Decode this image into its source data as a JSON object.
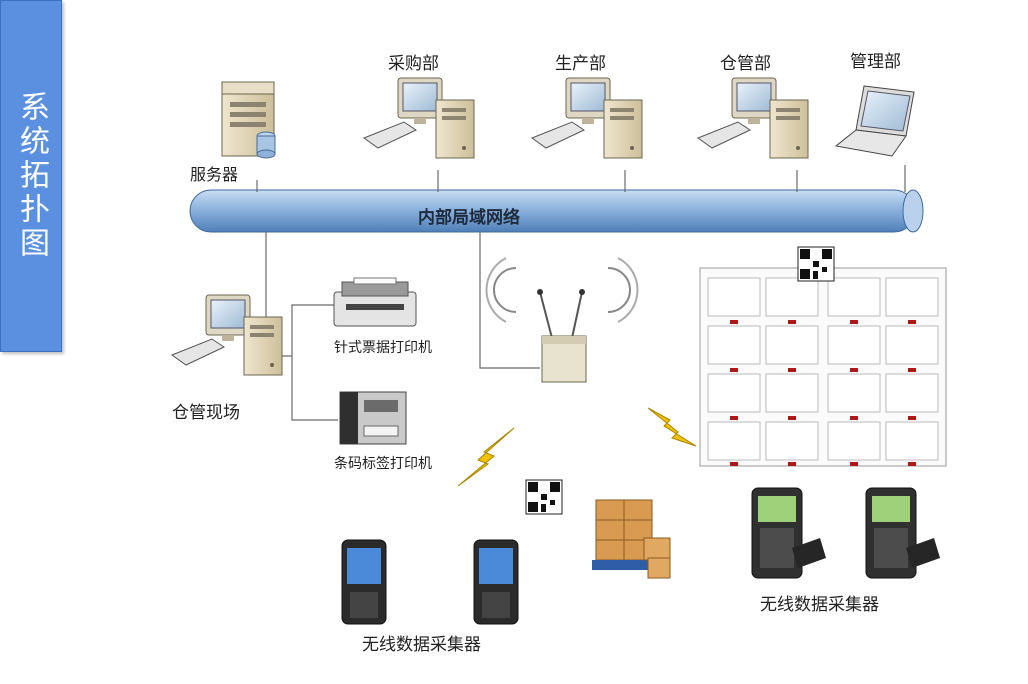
{
  "side_title": "系统拓扑图",
  "network": {
    "backbone_label": "内部局域网络"
  },
  "nodes": {
    "server": "服务器",
    "purchasing": "采购部",
    "production": "生产部",
    "warehouse_dept": "仓管部",
    "management": "管理部",
    "warehouse_site": "仓管现场",
    "dot_matrix_printer": "针式票据打印机",
    "barcode_printer": "条码标签打印机",
    "wireless_collector_left": "无线数据采集器",
    "wireless_collector_right": "无线数据采集器"
  },
  "colors": {
    "side_title_bg": "#5b8fe0",
    "pipe": "#6f9ccf",
    "line": "#555555",
    "lightning": "#f2c200"
  },
  "icons": [
    "server-icon",
    "desktop-computer-icon",
    "laptop-icon",
    "dot-matrix-printer-icon",
    "barcode-printer-icon",
    "wireless-access-point-icon",
    "qr-code-icon",
    "storage-rack-icon",
    "cargo-boxes-icon",
    "handheld-terminal-icon",
    "rugged-scanner-icon",
    "lightning-icon"
  ]
}
